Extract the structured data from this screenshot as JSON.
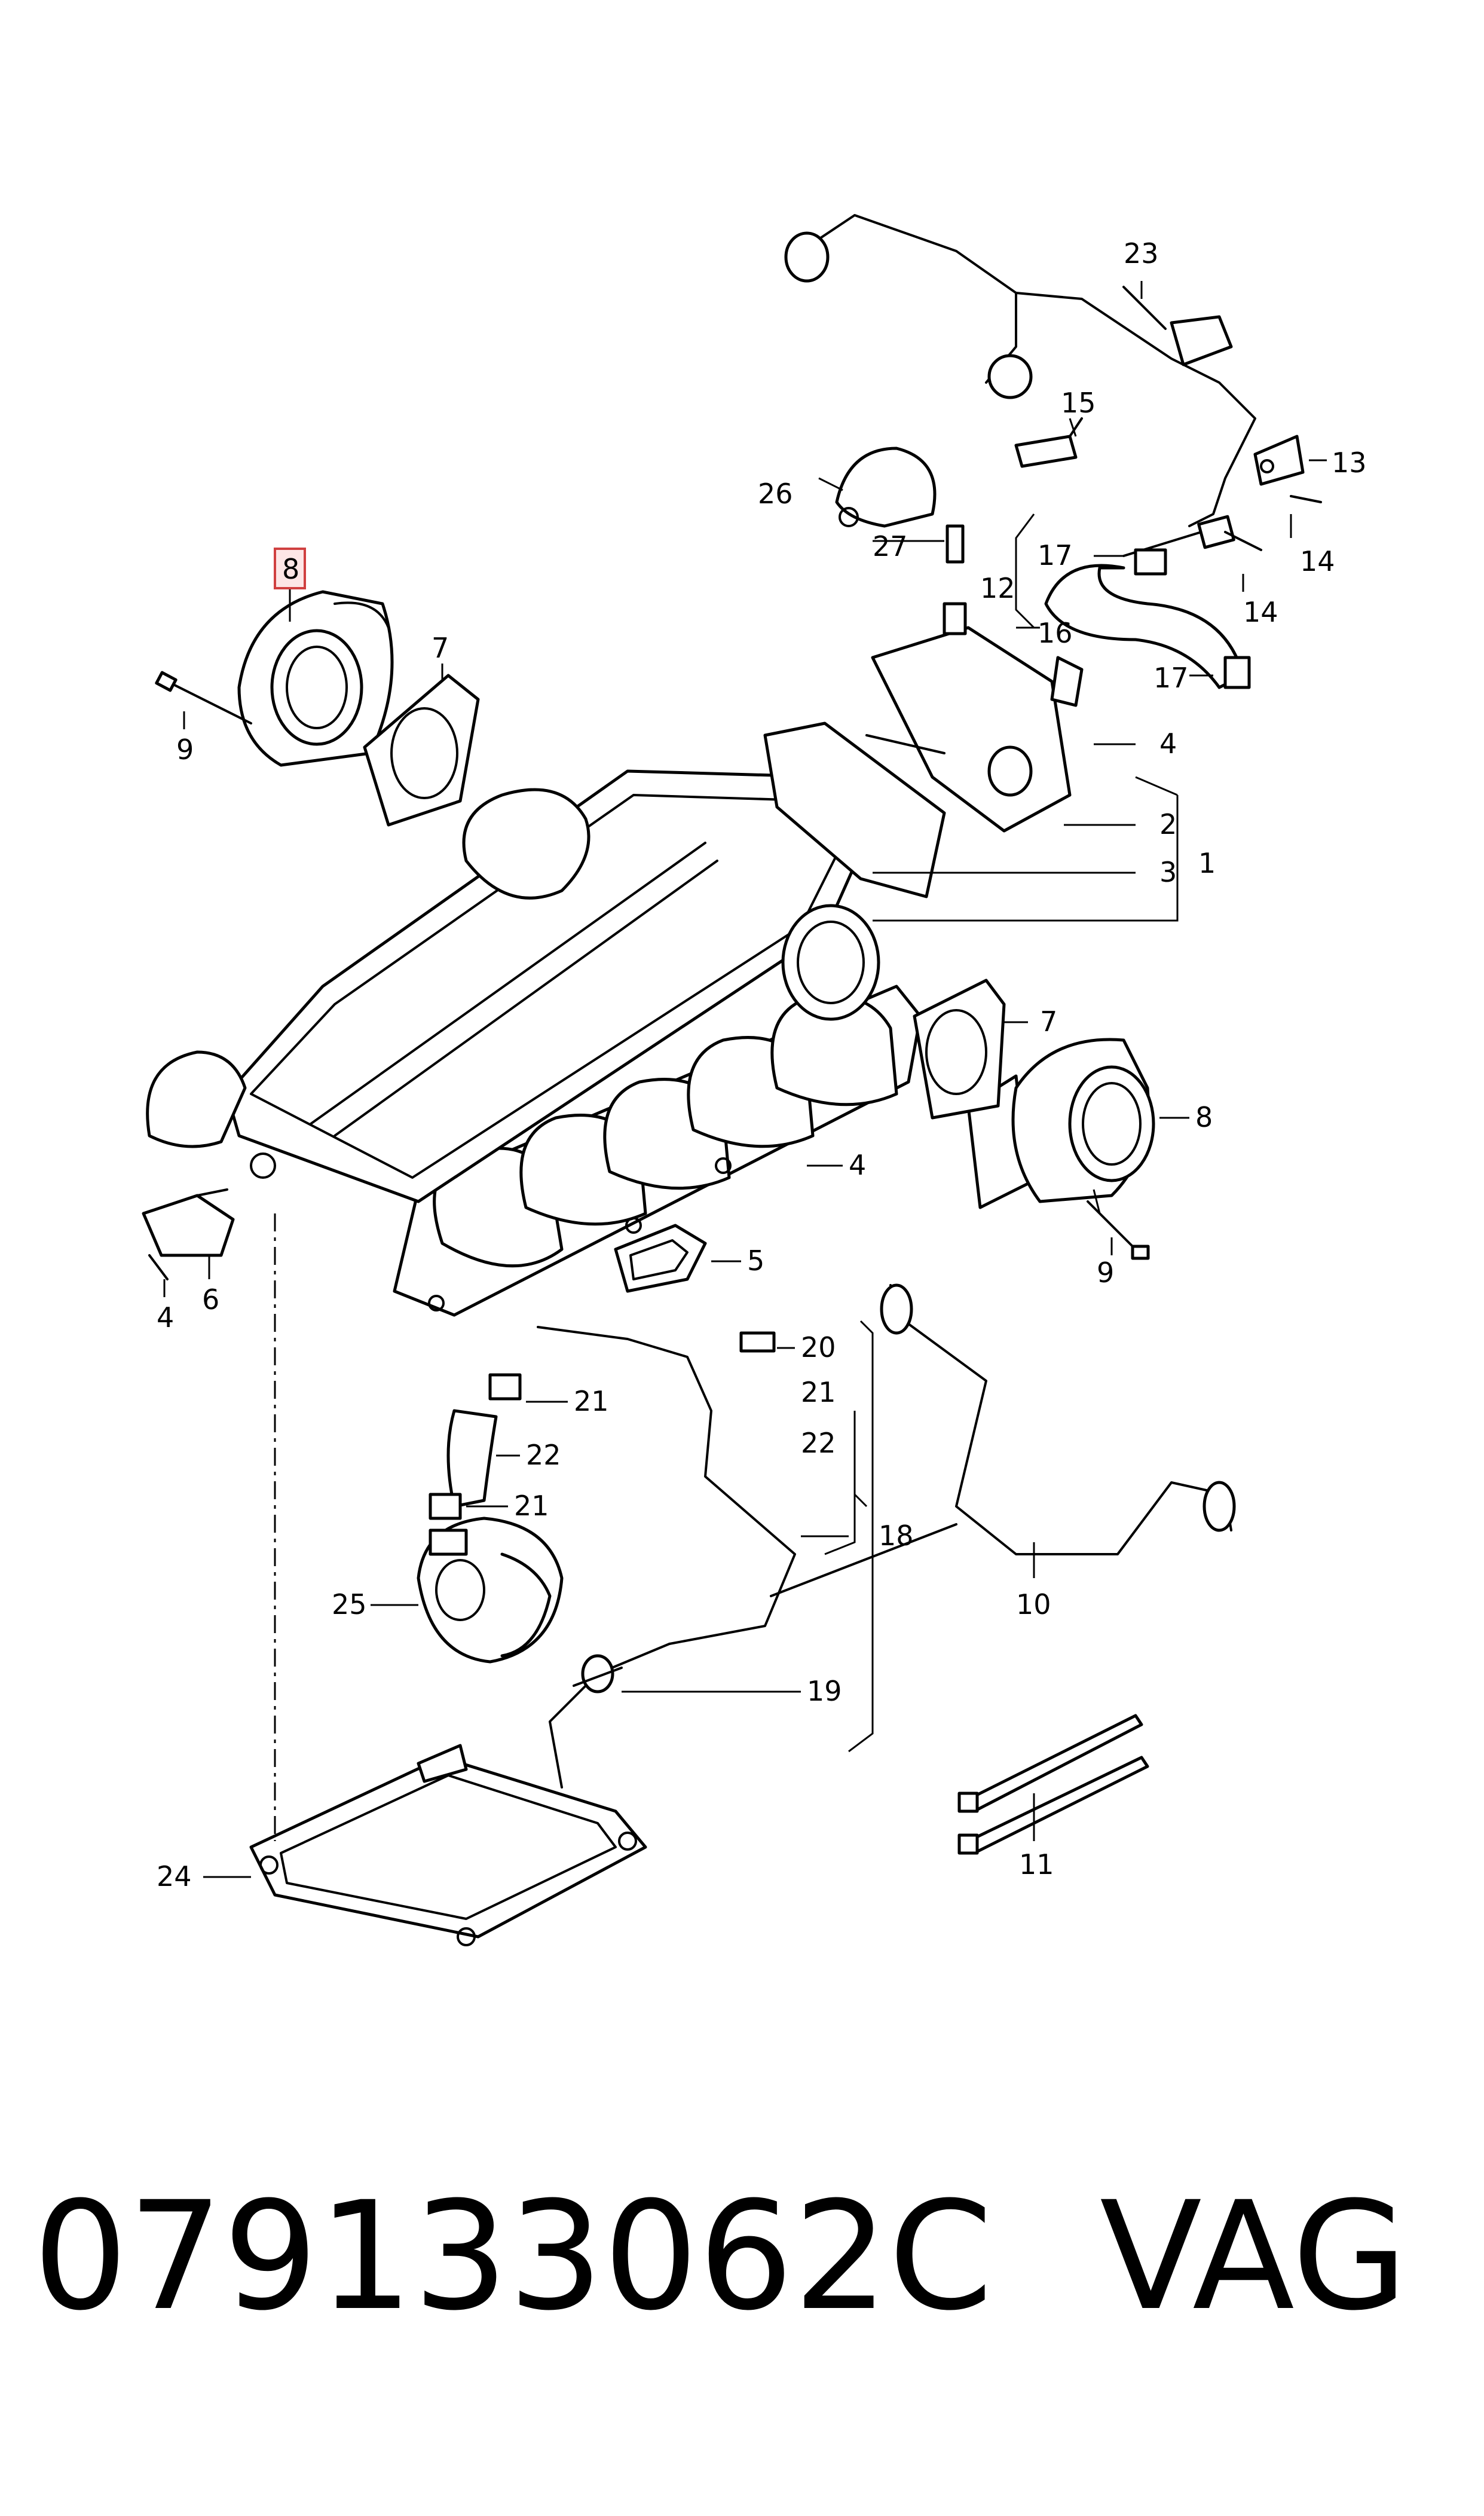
{
  "diagram": {
    "callouts": {
      "c1": "1",
      "c2": "2",
      "c3": "3",
      "c4a": "4",
      "c4b": "4",
      "c4c": "4",
      "c5": "5",
      "c6": "6",
      "c7a": "7",
      "c7b": "7",
      "c8a": "8",
      "c8b": "8",
      "c9a": "9",
      "c9b": "9",
      "c10": "10",
      "c11": "11",
      "c12": "12",
      "c13": "13",
      "c14a": "14",
      "c14b": "14",
      "c15": "15",
      "c16": "16",
      "c17a": "17",
      "c17b": "17",
      "c18": "18",
      "c19": "19",
      "c20": "20",
      "c21a": "21",
      "c21b": "21",
      "c21c": "21",
      "c22a": "22",
      "c22b": "22",
      "c23": "23",
      "c24": "24",
      "c25": "25",
      "c26": "26",
      "c27": "27"
    },
    "highlighted_callout": "8",
    "highlight_color": "#d04040"
  },
  "footer": {
    "part_number": "079133062C",
    "brand": "VAG"
  }
}
